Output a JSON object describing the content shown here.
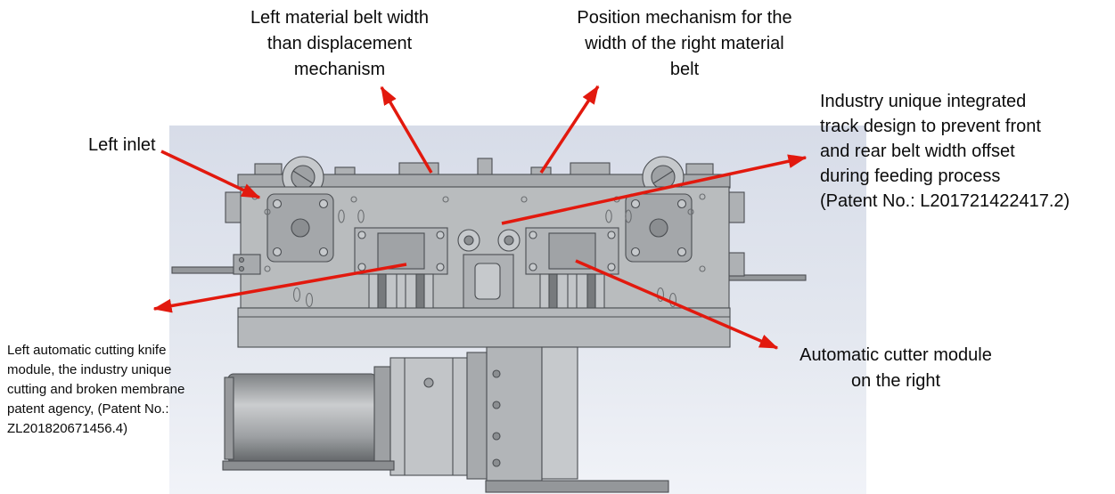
{
  "figure": {
    "type": "annotated-machine-diagram",
    "arrow_color": "#e2190e",
    "panel_top_color": "#d7dce8",
    "panel_mid_color": "#e3e7ef",
    "panel_bottom_color": "#f1f3f8",
    "text_color": "#0b0b0b"
  },
  "annotations": {
    "left_belt_width": "Left material belt width\nthan displacement\nmechanism",
    "right_belt_width": "Position mechanism for the\nwidth of the right material\nbelt",
    "left_inlet": "Left inlet",
    "track_design": "Industry unique integrated\ntrack design to prevent front\nand rear belt width offset\nduring feeding process\n(Patent No.: L201721422417.2)",
    "left_cutter": "Left automatic cutting knife\nmodule, the industry unique\ncutting and broken membrane\npatent agency, (Patent No.:\nZL201820671456.4)",
    "right_cutter": "Automatic cutter module\non the right"
  }
}
